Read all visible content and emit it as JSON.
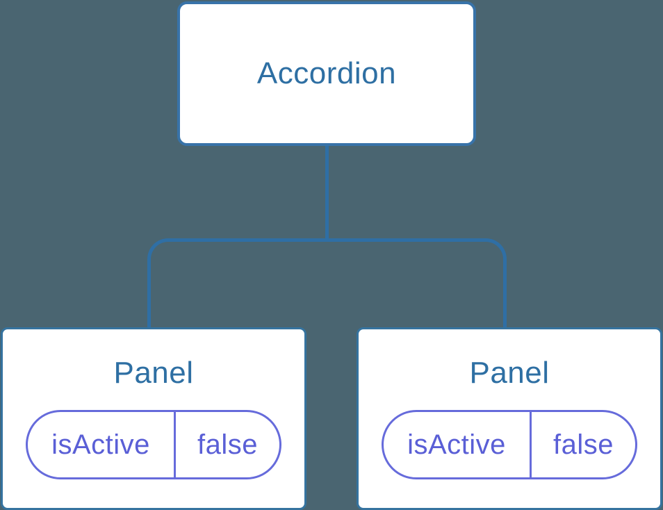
{
  "diagram": {
    "description": "Component tree diagram: Accordion root with two Panel children, each holding isActive state",
    "root": {
      "label": "Accordion"
    },
    "children": [
      {
        "title": "Panel",
        "state": {
          "key": "isActive",
          "value": "false"
        }
      },
      {
        "title": "Panel",
        "state": {
          "key": "isActive",
          "value": "false"
        }
      }
    ],
    "colors": {
      "background": "#4a6571",
      "node_fill": "#ffffff",
      "node_stroke": "#3873a9",
      "connector_stroke": "#2f6fa5",
      "title_text": "#2e6fa3",
      "state_pill_stroke": "#666bdb",
      "state_pill_text": "#5a5fd6"
    }
  }
}
